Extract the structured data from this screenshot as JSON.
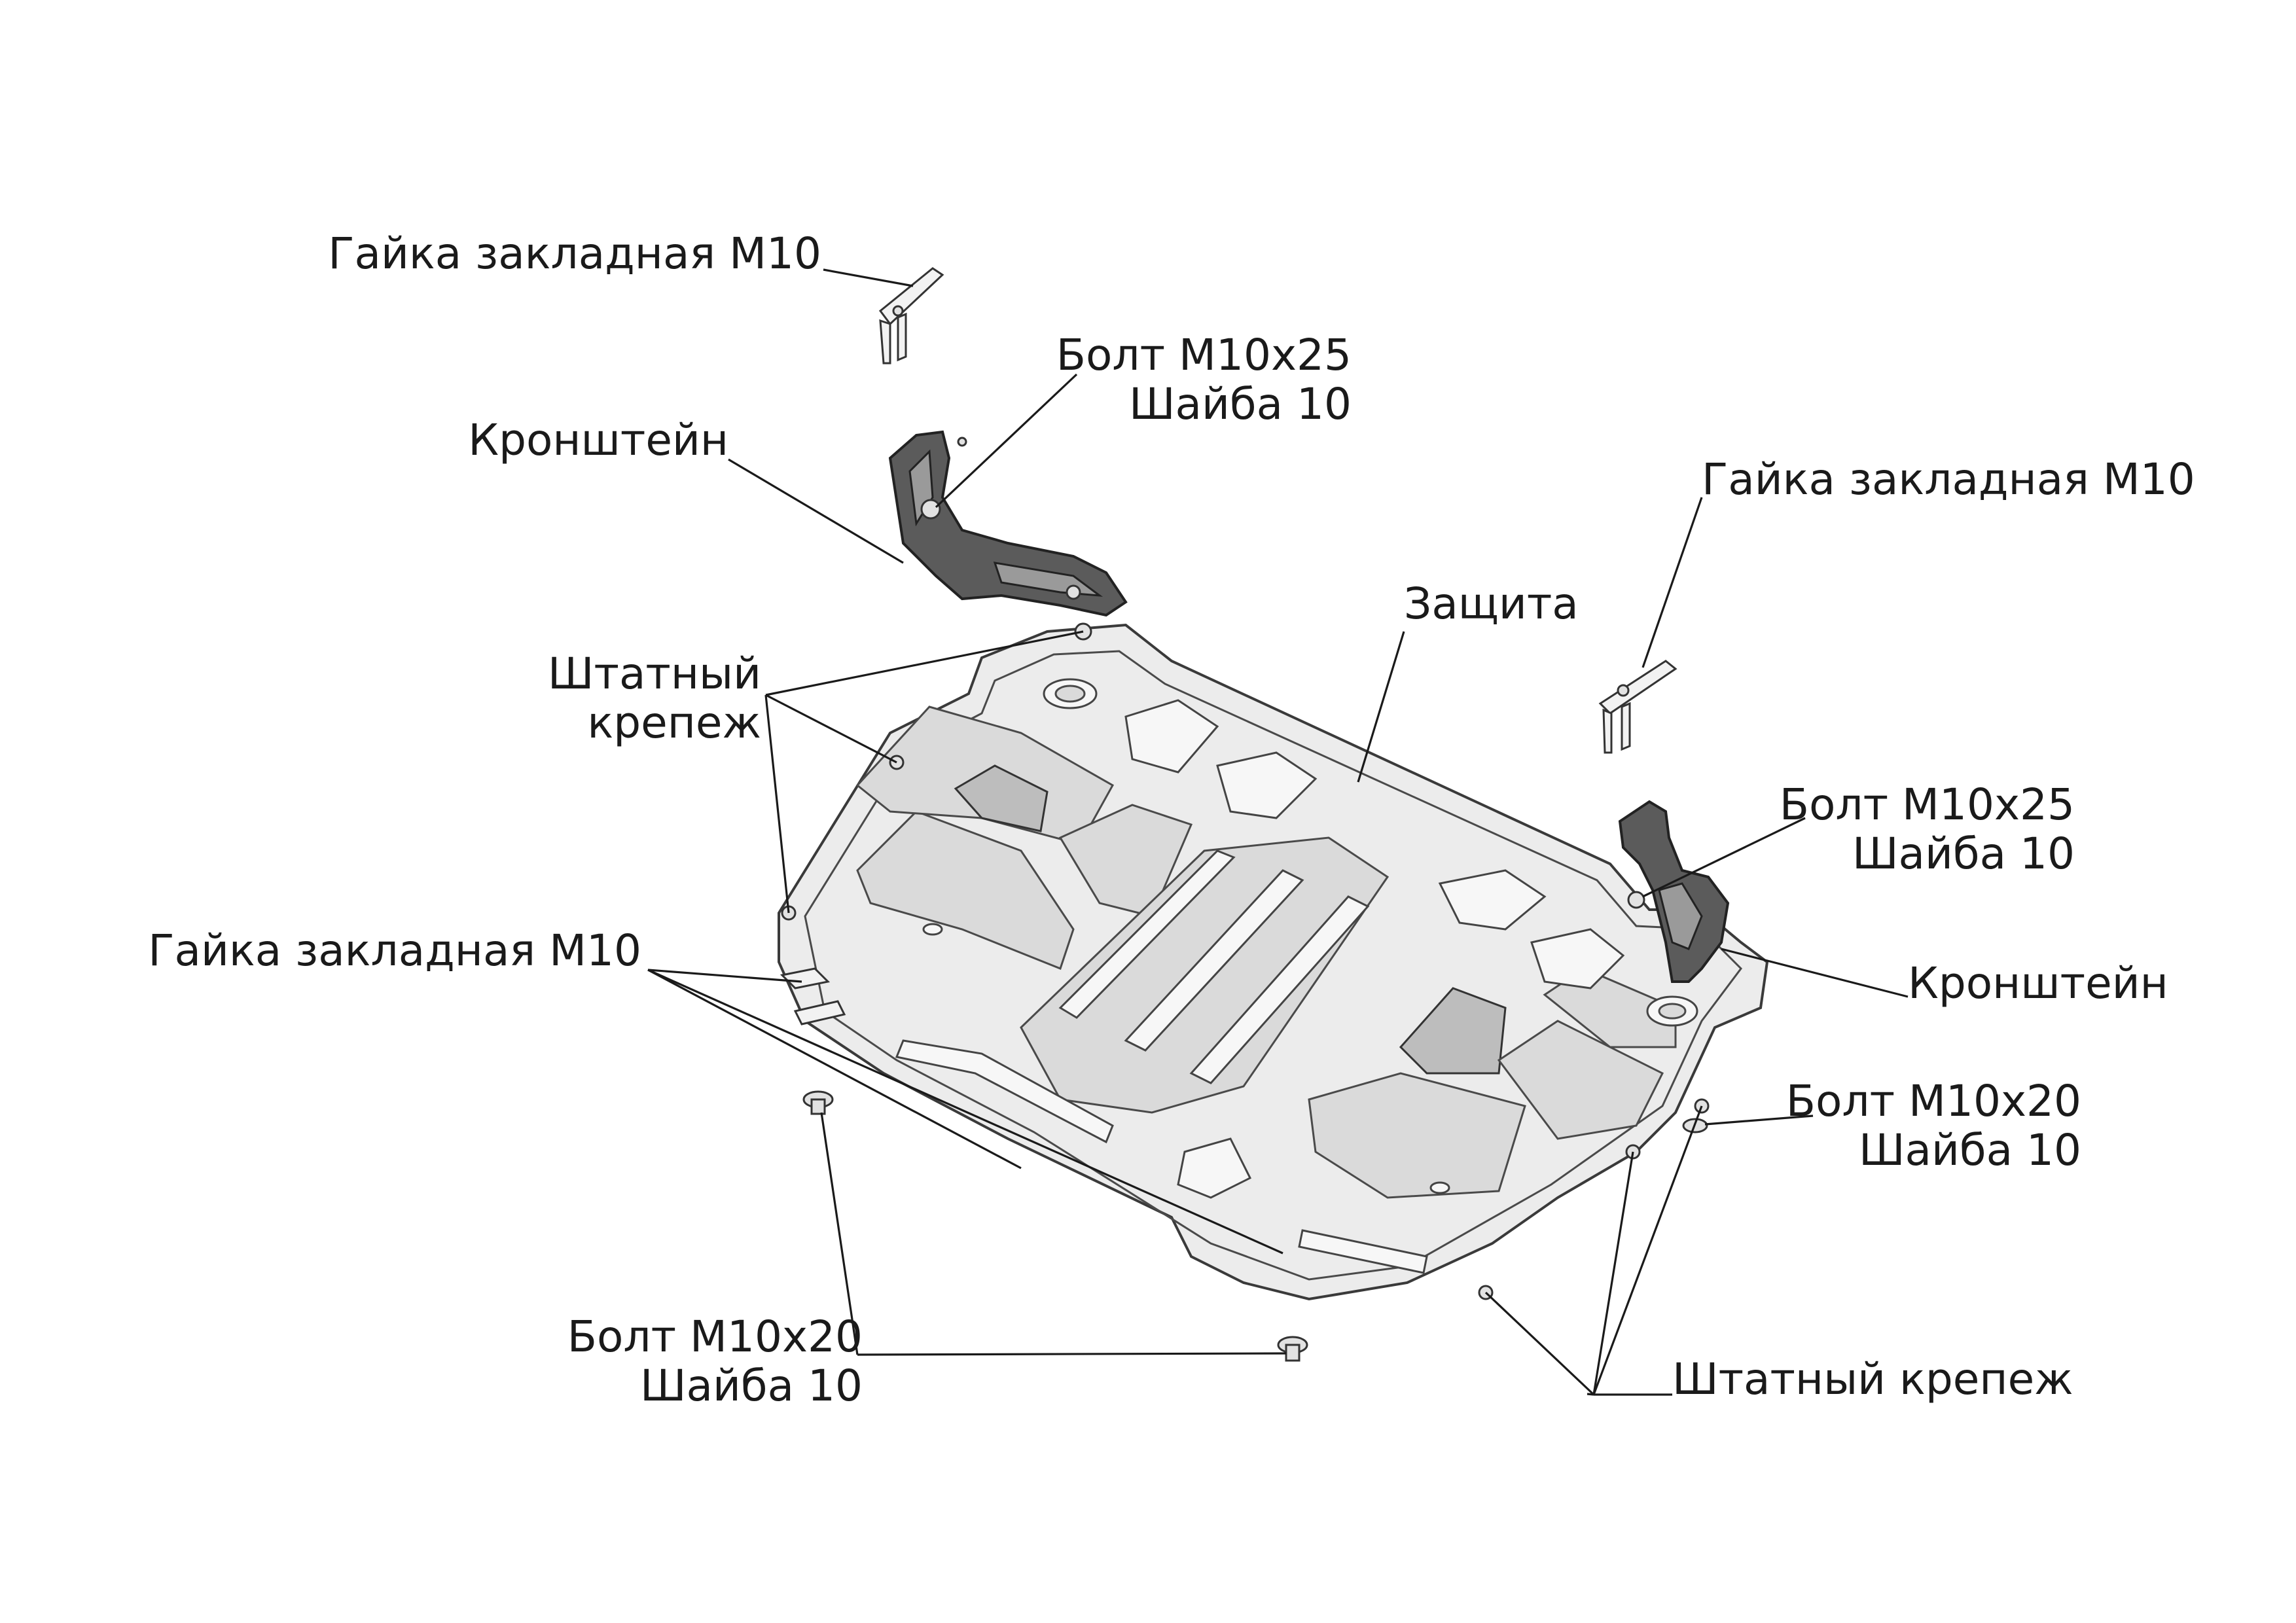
{
  "labels": {
    "nut_top_left": "Гайка закладная М10",
    "bolt_top_left_1": "Болт М10х25",
    "bolt_top_left_2": "Шайба 10",
    "bracket_left": "Кронштейн",
    "nut_top_right": "Гайка закладная М10",
    "protection": "Защита",
    "std_fastener_left_1": "Штатный",
    "std_fastener_left_2": "крепеж",
    "bolt_right_1": "Болт М10х25",
    "bolt_right_2": "Шайба 10",
    "nut_left": "Гайка закладная М10",
    "bracket_right": "Кронштейн",
    "bolt_right_lower_1": "Болт М10х20",
    "bolt_right_lower_2": "Шайба 10",
    "bolt_bottom_1": "Болт М10х20",
    "bolt_bottom_2": "Шайба 10",
    "std_fastener_bottom": "Штатный крепеж"
  }
}
